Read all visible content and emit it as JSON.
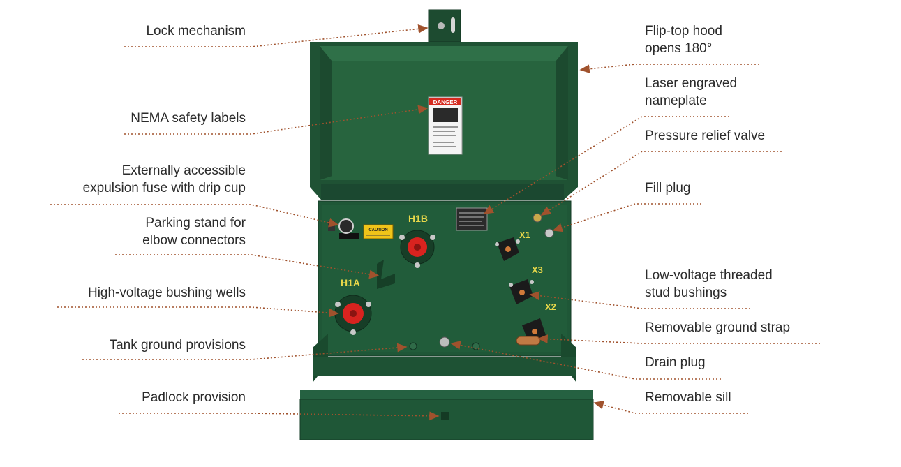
{
  "callouts": {
    "lock_mechanism": [
      "Lock mechanism"
    ],
    "nema_labels": [
      "NEMA safety labels"
    ],
    "expulsion_fuse": [
      "Externally accessible",
      "expulsion fuse with drip cup"
    ],
    "parking_stand": [
      "Parking stand for",
      "elbow connectors"
    ],
    "hv_bushing_wells": [
      "High-voltage bushing wells"
    ],
    "tank_ground": [
      "Tank ground provisions"
    ],
    "padlock": [
      "Padlock provision"
    ],
    "flip_top_hood": [
      "Flip-top hood",
      "opens 180°"
    ],
    "nameplate": [
      "Laser engraved",
      "nameplate"
    ],
    "pressure_relief": [
      "Pressure relief valve"
    ],
    "fill_plug": [
      "Fill plug"
    ],
    "lv_bushings": [
      "Low-voltage threaded",
      "stud bushings"
    ],
    "ground_strap": [
      "Removable ground strap"
    ],
    "drain_plug": [
      "Drain plug"
    ],
    "removable_sill": [
      "Removable sill"
    ]
  },
  "terminal_labels": {
    "h1a": "H1A",
    "h1b": "H1B",
    "x1": "X1",
    "x2": "X2",
    "x3": "X3"
  },
  "decals": {
    "danger": "DANGER",
    "caution": "CAUTION"
  },
  "colors": {
    "cabinet_green": "#1f5234",
    "cabinet_dark": "#163f27",
    "cabinet_light": "#2b6a45",
    "leader": "#a0522d",
    "bushing_red": "#d8231f",
    "text_yellow": "#e8d84a"
  }
}
